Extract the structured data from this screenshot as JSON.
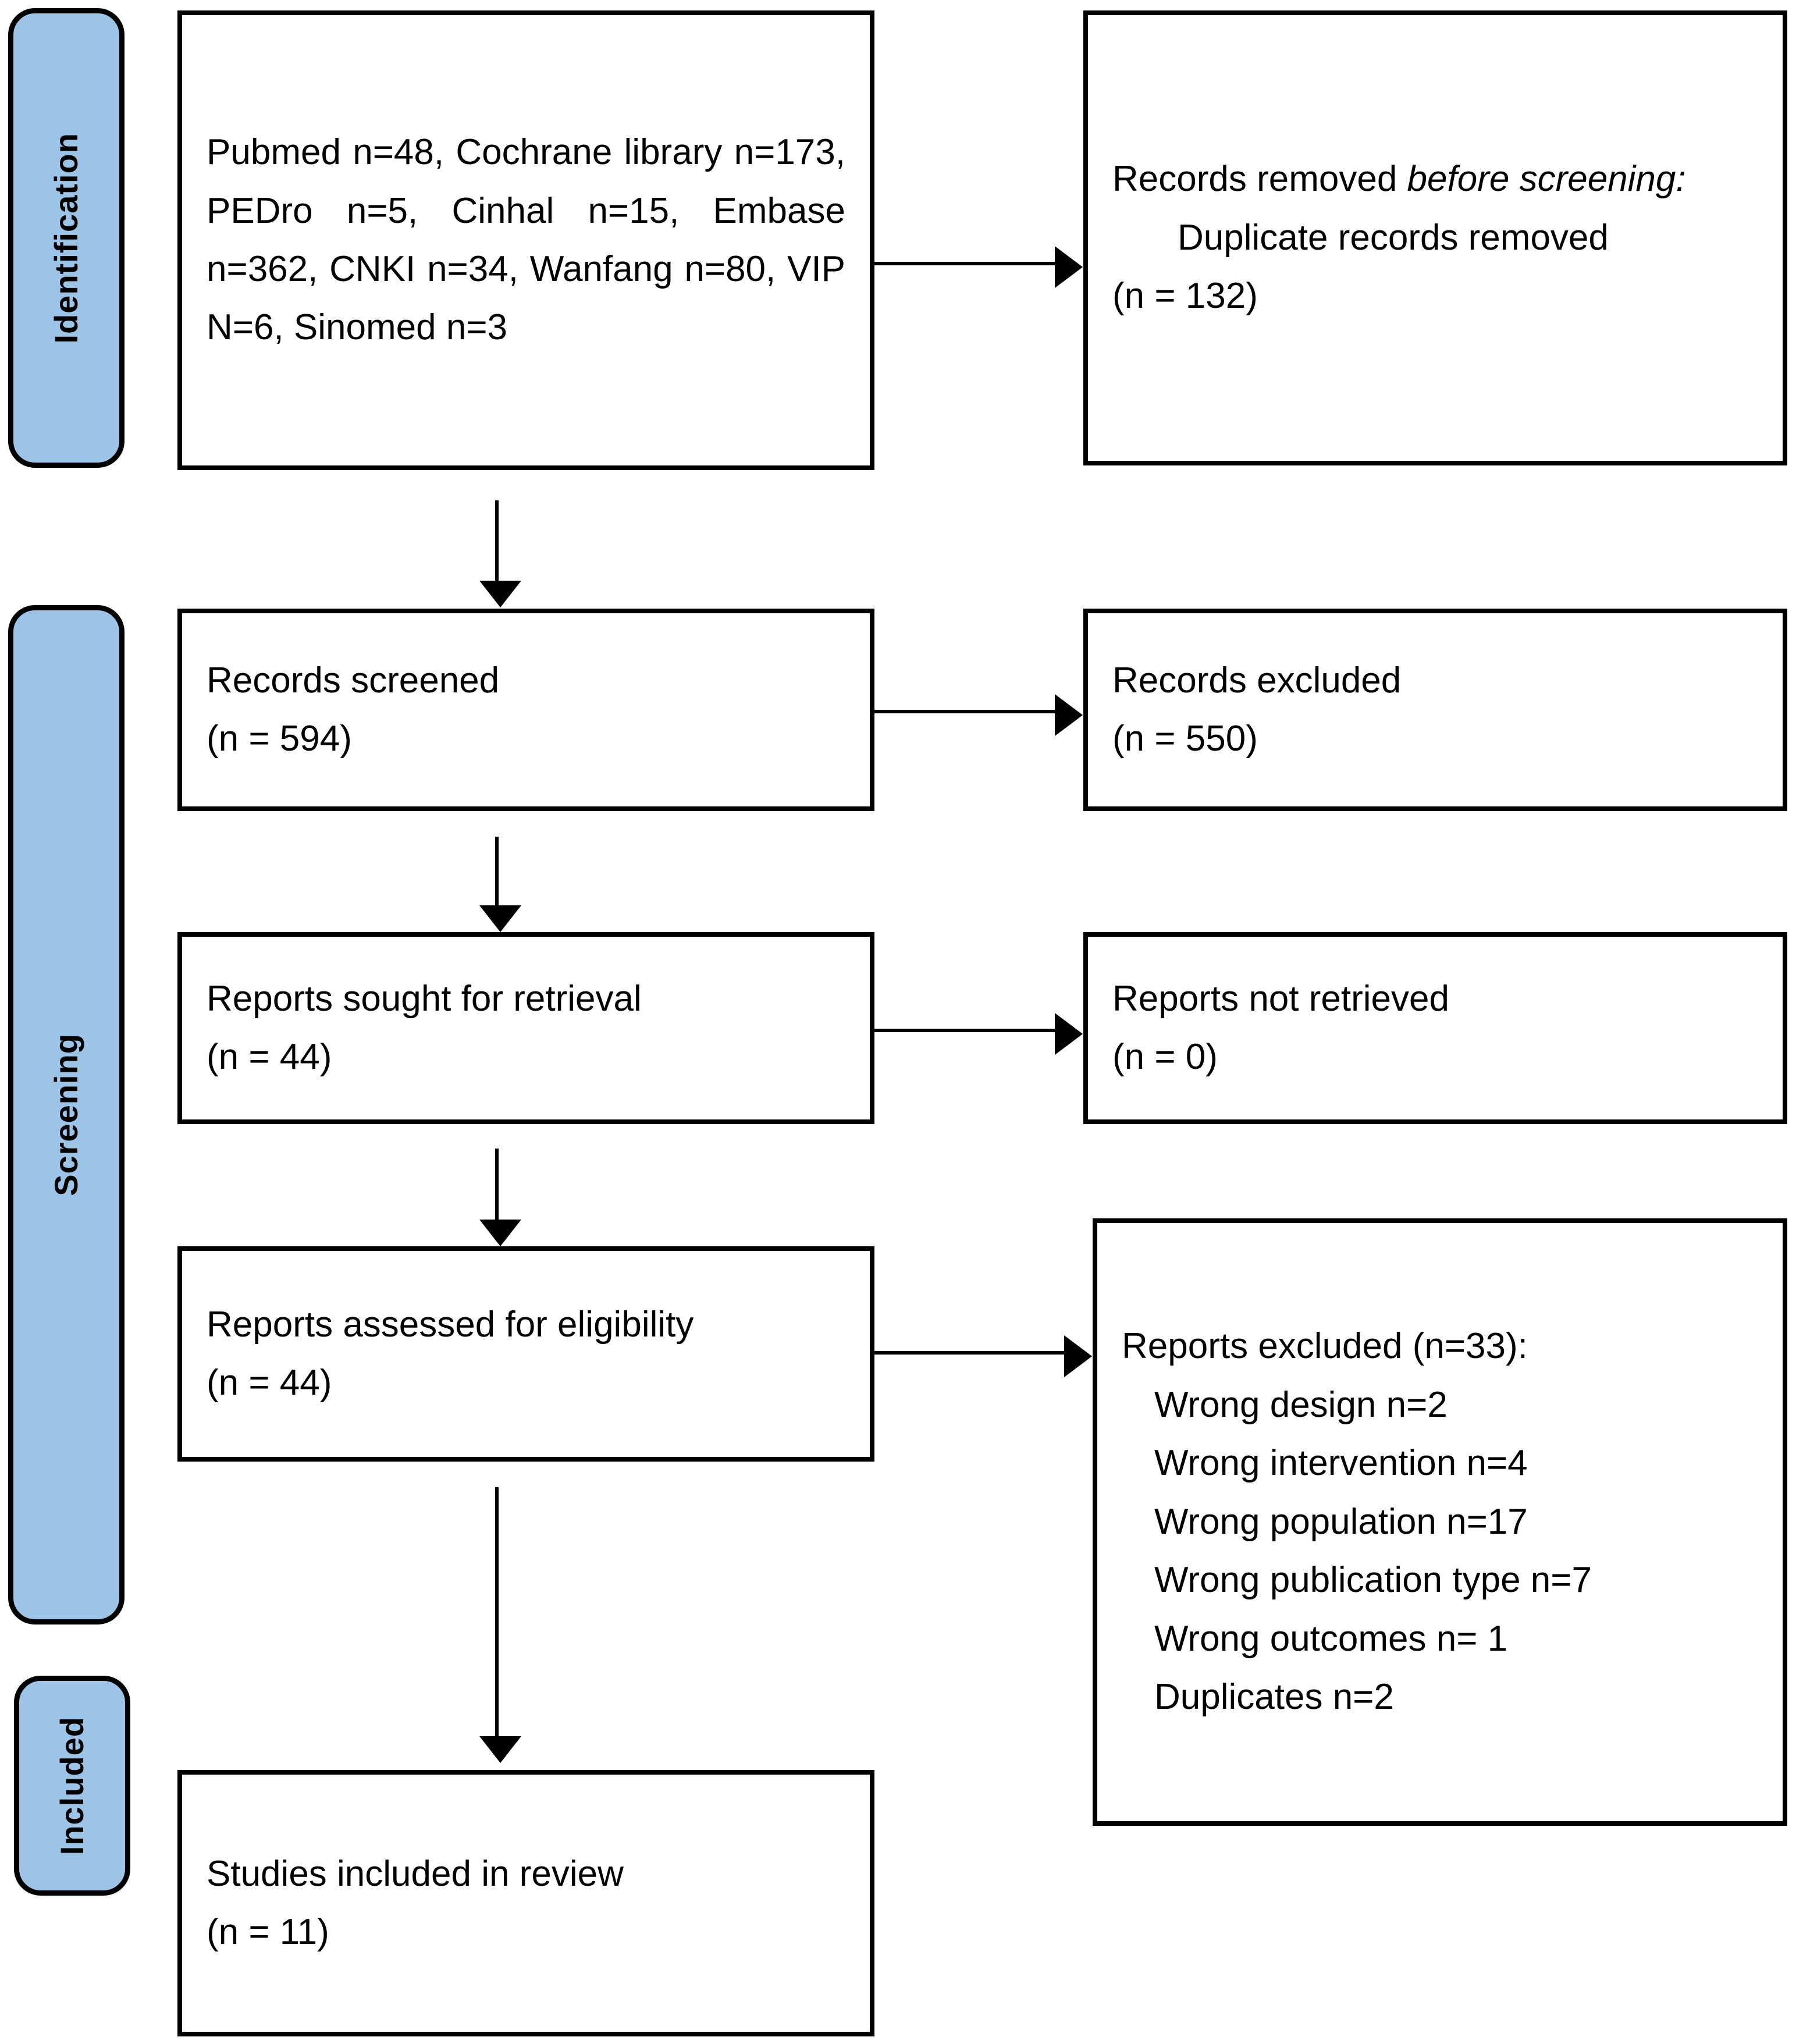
{
  "stages": [
    {
      "label": "Identification"
    },
    {
      "label": "Screening"
    },
    {
      "label": "Included"
    }
  ],
  "boxes": {
    "records_identified": {
      "text": "Pubmed n=48, Cochrane library n=173, PEDro n=5, Cinhal n=15, Embase n=362, CNKI n=34, Wanfang n=80, VIP N=6, Sinomed n=3"
    },
    "records_removed": {
      "heading_plain": "Records removed ",
      "heading_italic": "before screening",
      "heading_colon": ":",
      "detail": "Duplicate records removed",
      "count": "(n = 132)"
    },
    "records_screened": {
      "label": "Records screened",
      "count": "(n = 594)"
    },
    "records_excluded": {
      "label": "Records excluded",
      "count": "(n = 550)"
    },
    "reports_sought": {
      "label": "Reports sought for retrieval",
      "count": "(n = 44)"
    },
    "reports_not_retrieved": {
      "label": "Reports not retrieved",
      "count": "(n = 0)"
    },
    "reports_assessed": {
      "label": "Reports assessed for eligibility",
      "count": "(n = 44)"
    },
    "reports_excluded": {
      "heading": "Reports excluded (n=33):",
      "reasons": [
        "Wrong design n=2",
        "Wrong intervention n=4",
        "Wrong population n=17",
        "Wrong publication type n=7",
        "Wrong outcomes n= 1",
        "Duplicates n=2"
      ]
    },
    "studies_included": {
      "label": "Studies included in review",
      "count": "(n = 11)"
    }
  },
  "colors": {
    "stage_fill": "#9DC3E6",
    "stroke": "#000000",
    "background": "#ffffff"
  }
}
